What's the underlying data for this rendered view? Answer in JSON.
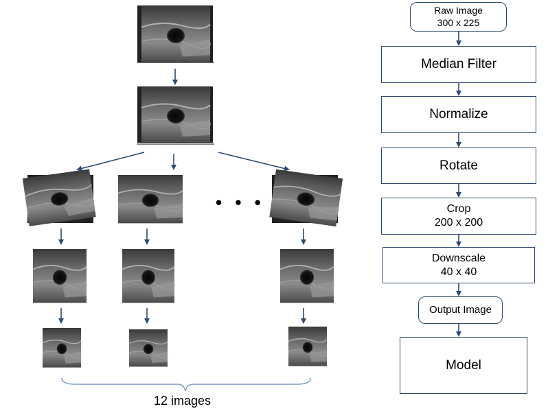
{
  "pipeline": {
    "raw": {
      "line1": "Raw Image",
      "line2": "300 x 225"
    },
    "median": "Median Filter",
    "normalize": "Normalize",
    "rotate": "Rotate",
    "crop": {
      "line1": "Crop",
      "line2": "200 x 200"
    },
    "downscale": {
      "line1": "Downscale",
      "line2": "40 x 40"
    },
    "output": "Output Image",
    "model": "Model"
  },
  "left": {
    "ellipsis": "• • •",
    "caption": "12 images"
  },
  "colors": {
    "arrow": "#2b4a6f",
    "border": "#2b4a6f"
  }
}
